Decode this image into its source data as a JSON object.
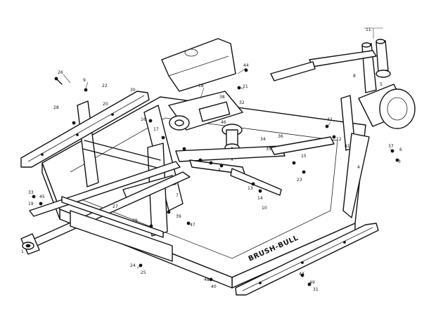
{
  "diagram": {
    "brand_label": "BRUSH-BULL",
    "callouts": [
      "1",
      "2",
      "3",
      "4",
      "5",
      "6",
      "7",
      "8",
      "9",
      "10",
      "11",
      "12",
      "13",
      "14",
      "15",
      "16",
      "17",
      "18",
      "19",
      "20",
      "21",
      "22",
      "23",
      "24",
      "25",
      "26",
      "27",
      "28",
      "29",
      "30",
      "31",
      "32",
      "33",
      "34",
      "35",
      "36",
      "37",
      "38",
      "39",
      "40",
      "41",
      "42",
      "43",
      "44",
      "45",
      "46",
      "47",
      "48",
      "49"
    ]
  }
}
